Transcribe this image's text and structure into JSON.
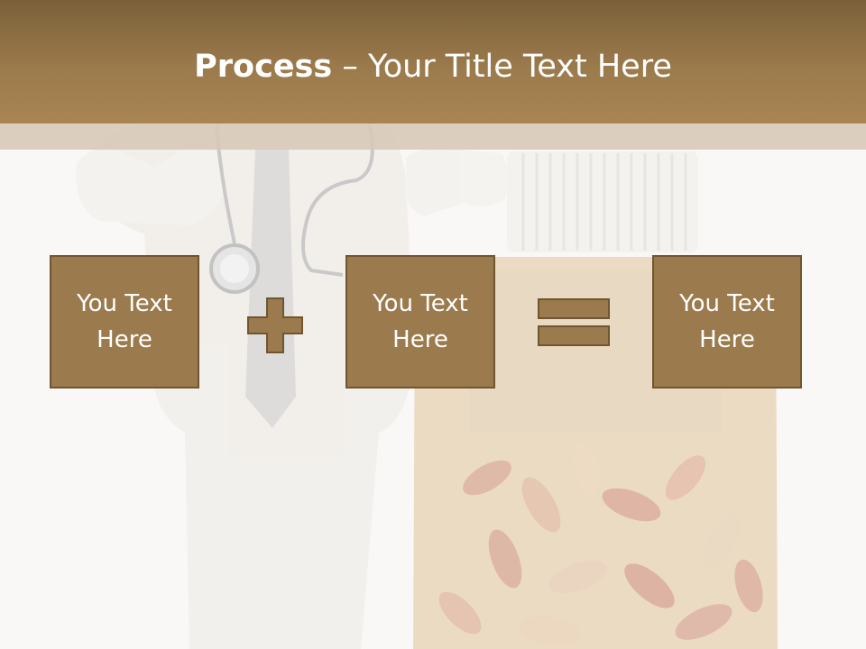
{
  "slide": {
    "title_bold": "Process",
    "title_rest": " – Your Title Text Here"
  },
  "boxes": [
    {
      "label": "You Text Here"
    },
    {
      "label": "You Text Here"
    },
    {
      "label": "You Text Here"
    }
  ],
  "operators": [
    {
      "icon": "plus-icon"
    },
    {
      "icon": "equals-icon"
    }
  ],
  "colors": {
    "header": "#9b7a4c",
    "box_fill": "#9b7b4d",
    "box_border": "#6f5530",
    "text": "#ffffff"
  }
}
